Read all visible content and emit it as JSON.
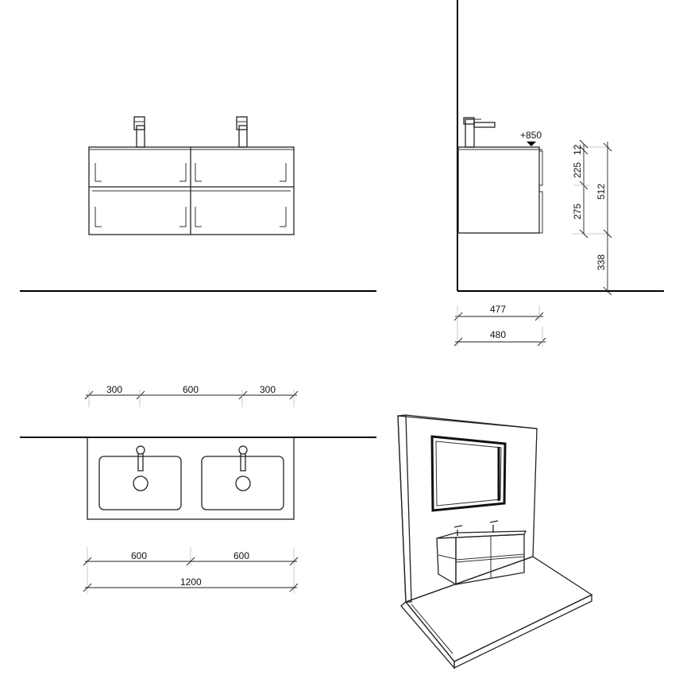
{
  "side_view": {
    "level_label": "+850",
    "dims": {
      "top_thickness": "12",
      "upper_drawer": "225",
      "lower_drawer": "275",
      "cabinet_height": "512",
      "floor_gap": "338",
      "depth_inner": "477",
      "depth_outer": "480"
    }
  },
  "plan_view": {
    "dims": {
      "tap_left_offset": "300",
      "tap_spacing": "600",
      "tap_right_offset": "300",
      "basin_left_width": "600",
      "basin_right_width": "600",
      "total_width": "1200"
    }
  }
}
